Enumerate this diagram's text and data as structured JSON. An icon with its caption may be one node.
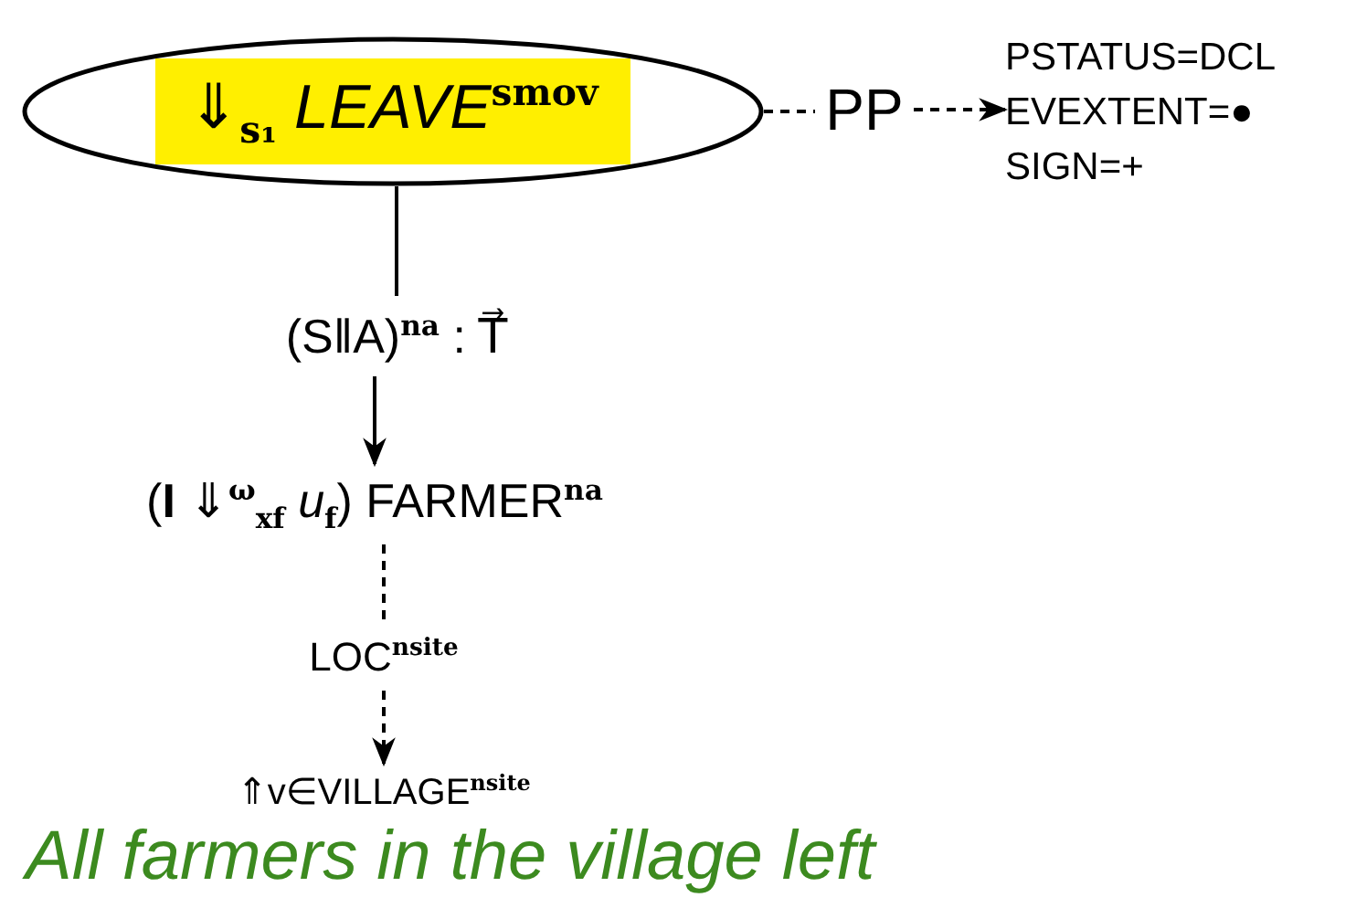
{
  "diagram": {
    "caption": "All farmers in the village left",
    "nodes": [
      {
        "text": [
          "⇓$_{s₁}$ *LEAVE*$^{smov}$"
        ]
      },
      {
        "text": [
          "PP"
        ]
      },
      {
        "text": [
          "PSTATUS=DCL",
          "EVEXTENT=●",
          "SIGN=+"
        ]
      },
      {
        "text": [
          "(S‖A)$^{na}$ : T⃗"
        ]
      },
      {
        "text": [
          "(**I** ⇓$^{ω}$$_{xf}$ *u*$_{f}$) FARMER$^{na}$"
        ]
      },
      {
        "text": [
          "LOC$^{nsite}$"
        ]
      },
      {
        "text": [
          "⇑v∈VILLAGE$^{nsite}$"
        ]
      }
    ],
    "edges": [
      {
        "from": 0,
        "to": 1,
        "arrow": "none",
        "style": "dashed"
      },
      {
        "from": 1,
        "to": 2,
        "arrow": "to",
        "style": "dashed"
      },
      {
        "from": 0,
        "to": 3,
        "arrow": "none"
      },
      {
        "from": 3,
        "to": 4,
        "arrow": "to"
      },
      {
        "from": 4,
        "to": 5,
        "arrow": "none",
        "style": "dashed"
      },
      {
        "from": 5,
        "to": 6,
        "arrow": "to",
        "style": "dashed"
      }
    ]
  }
}
